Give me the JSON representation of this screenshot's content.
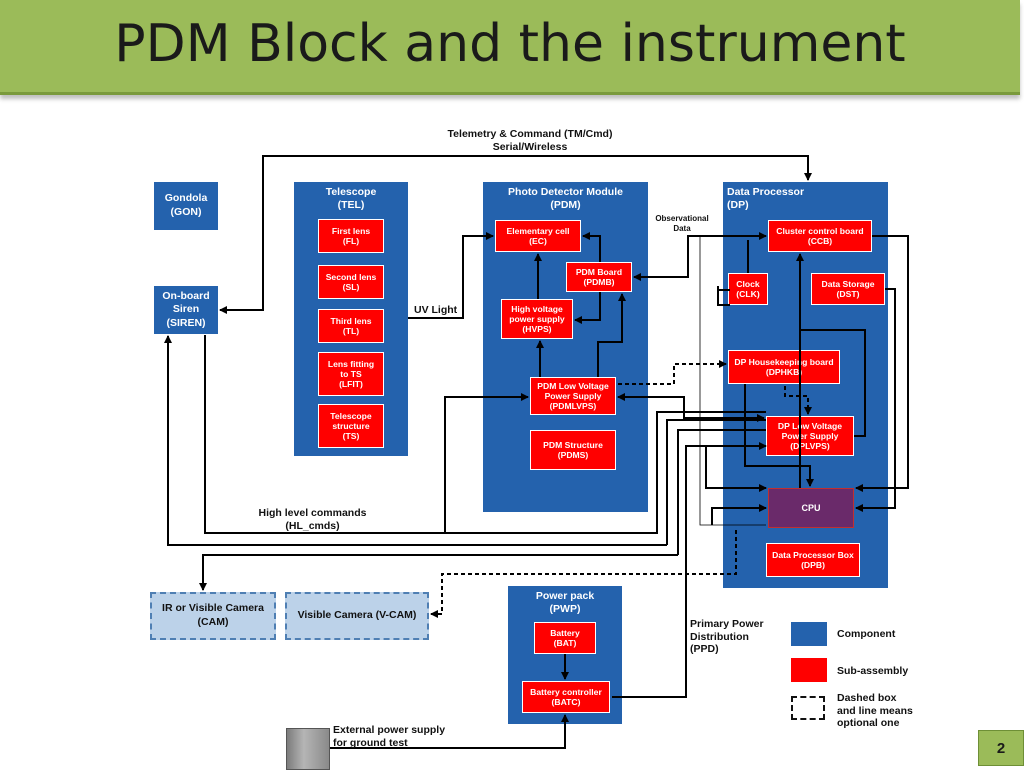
{
  "title": "PDM Block and the instrument",
  "slide_number": "2",
  "annotations": {
    "telemetry_line1": "Telemetry & Command (TM/Cmd)",
    "telemetry_line2": "Serial/Wireless",
    "uv_light": "UV Light",
    "observational_line1": "Observational",
    "observational_line2": "Data",
    "hl_line1": "High level commands",
    "hl_line2": "(HL_cmds)",
    "ppd_line1": "Primary Power",
    "ppd_line2": "Distribution",
    "ppd_line3": "(PPD)",
    "ext_line1": "External power supply",
    "ext_line2": "for ground test"
  },
  "components": {
    "gondola": [
      "Gondola",
      "(GON)"
    ],
    "siren": [
      "On-board",
      "Siren",
      "(SIREN)"
    ],
    "telescope": [
      "Telescope",
      "(TEL)"
    ],
    "pdm": [
      "Photo Detector Module",
      "(PDM)"
    ],
    "dp": [
      "Data Processor",
      "(DP)"
    ],
    "pwp": [
      "Power pack",
      "(PWP)"
    ]
  },
  "subassemblies": {
    "fl": [
      "First lens",
      "(FL)"
    ],
    "sl": [
      "Second lens",
      "(SL)"
    ],
    "tl": [
      "Third lens",
      "(TL)"
    ],
    "lfit": [
      "Lens fitting",
      "to TS",
      "(LFIT)"
    ],
    "ts": [
      "Telescope",
      "structure",
      "(TS)"
    ],
    "ec": [
      "Elementary cell",
      "(EC)"
    ],
    "pdmb": [
      "PDM Board",
      "(PDMB)"
    ],
    "hvps": [
      "High voltage",
      "power supply",
      "(HVPS)"
    ],
    "pdmlvps": [
      "PDM Low Voltage",
      "Power Supply",
      "(PDMLVPS)"
    ],
    "pdms": [
      "PDM Structure",
      "(PDMS)"
    ],
    "ccb": [
      "Cluster control board",
      "(CCB)"
    ],
    "clk": [
      "Clock",
      "(CLK)"
    ],
    "dst": [
      "Data Storage",
      "(DST)"
    ],
    "dphkb": [
      "DP Housekeeping board",
      "(DPHKB)"
    ],
    "dplvps": [
      "DP Low Voltage",
      "Power Supply",
      "(DPLVPS)"
    ],
    "cpu": "CPU",
    "dpb": [
      "Data Processor Box",
      "(DPB)"
    ],
    "bat": [
      "Battery",
      "(BAT)"
    ],
    "batc": [
      "Battery controller",
      "(BATC)"
    ]
  },
  "optional": {
    "cam": [
      "IR or Visible Camera",
      "(CAM)"
    ],
    "vcam": [
      "Visible Camera (V-CAM)"
    ]
  },
  "legend": {
    "component": "Component",
    "subassembly": "Sub-assembly",
    "dashed_line1": "Dashed box",
    "dashed_line2": "and line means",
    "dashed_line3": "optional one"
  },
  "colors": {
    "component": "#2462ad",
    "subassembly": "#ff0000",
    "header": "#9bbb59",
    "optional_fill": "#bcd2e9"
  }
}
